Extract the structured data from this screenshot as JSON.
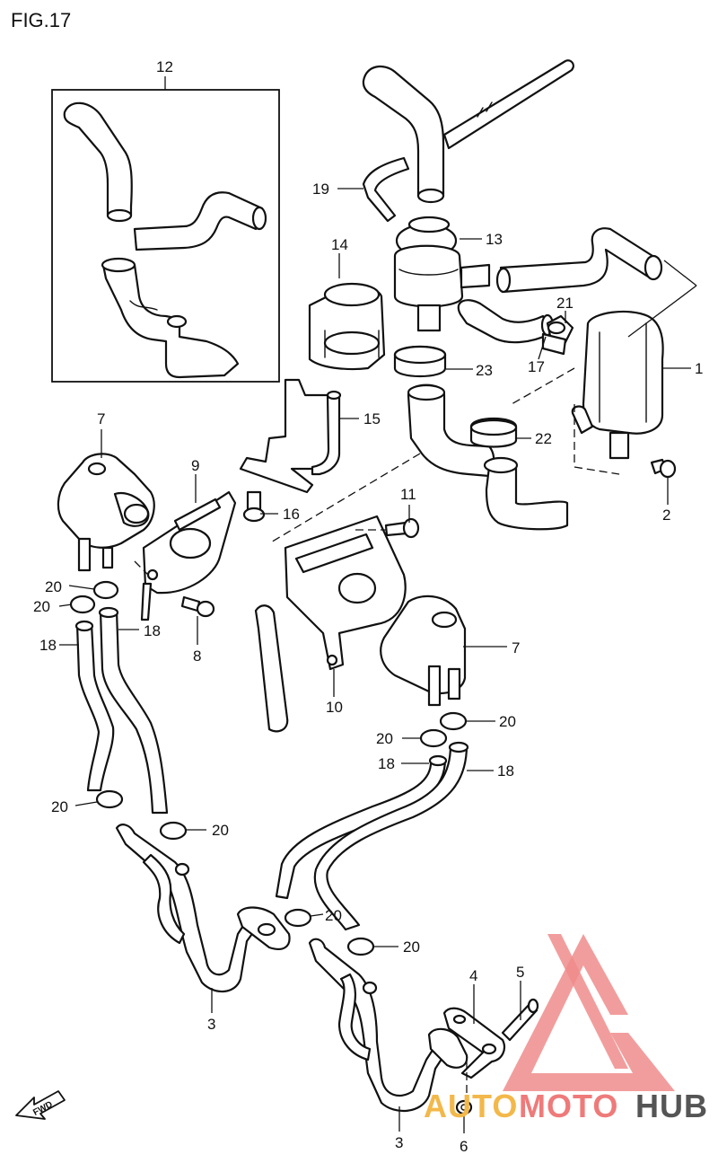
{
  "figure": {
    "title": "FIG.17"
  },
  "callouts": {
    "c1": "1",
    "c2": "2",
    "c3a": "3",
    "c3b": "3",
    "c4": "4",
    "c5": "5",
    "c6": "6",
    "c7a": "7",
    "c7b": "7",
    "c8": "8",
    "c9": "9",
    "c10": "10",
    "c11": "11",
    "c12": "12",
    "c13": "13",
    "c14": "14",
    "c15": "15",
    "c16": "16",
    "c17": "17",
    "c18a": "18",
    "c18b": "18",
    "c18c": "18",
    "c18d": "18",
    "c19": "19",
    "c20a": "20",
    "c20b": "20",
    "c20c": "20",
    "c20d": "20",
    "c20e": "20",
    "c20f": "20",
    "c20g": "20",
    "c20h": "20",
    "c21": "21",
    "c22": "22",
    "c23": "23"
  },
  "direction": {
    "label": "FWD"
  },
  "watermark": {
    "part1": "AUTO",
    "part2": "MOTO",
    "part3": "HUB"
  },
  "colors": {
    "ink": "#111111",
    "watermark_triangle": "#f08c8c",
    "watermark_auto": "#f3b84a",
    "watermark_moto": "#ef7a7a",
    "watermark_hub": "#555555"
  }
}
